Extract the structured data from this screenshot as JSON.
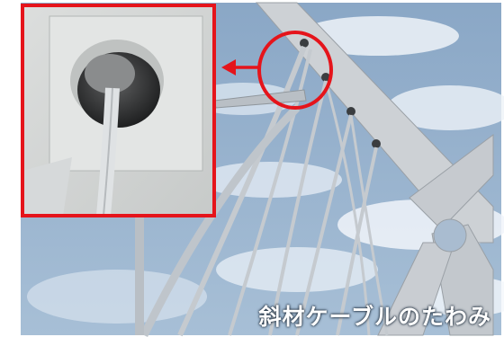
{
  "caption": "斜材ケーブルのたわみ",
  "colors": {
    "sky": "#7f9dbd",
    "cloud": "#eef3f8",
    "steel": "#c9ced3",
    "highlight_red": "#e5141b",
    "inset_border": "#e5141b"
  },
  "annotation": {
    "inset_marker": "red-rectangle",
    "focus_marker": "red-ellipse",
    "pointer": "red-arrow-left"
  }
}
